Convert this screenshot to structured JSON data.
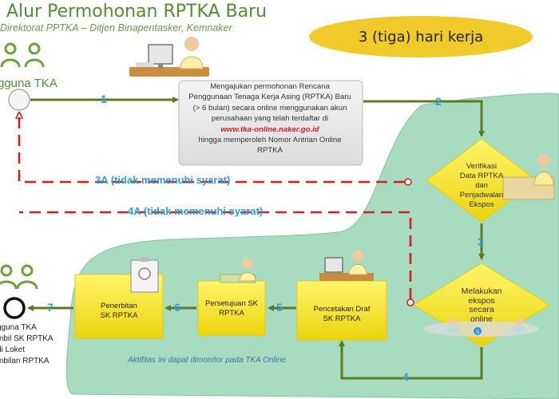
{
  "header": {
    "title": "Alur Permohonan RPTKA Baru",
    "subtitle": "Direktorat PPTKA – Ditjen Binapentasker, Kemnaker"
  },
  "duration_badge": {
    "label": "3 (tiga) hari kerja",
    "color": "#f0c92a"
  },
  "actors": {
    "top_label": "gguna TKA",
    "bottom_label": "gguna TKA\nmbil SK RPTKA\ndi Loket\nmbilan RPTKA"
  },
  "steps": {
    "submit": {
      "line1": "Mengajukan permohonan Rencana",
      "line2": "Penggunaan Tenaga Kerja Asing (RPTKA) Baru",
      "line3": "(> 6 bulan) secara online menggunakan akun",
      "line4": "perusahaan yang telah terdaftar di",
      "url": "www.tka-online.naker.go.id",
      "line5": "hingga memperoleh Nomor Antrian Online",
      "line6": "RPTKA"
    },
    "verify": {
      "line1": "Verifikasi",
      "line2": "Data RPTKA",
      "line3": "dan",
      "line4": "Penjadwalan",
      "line5": "Ekspos"
    },
    "expose": {
      "line1": "Melakukan",
      "line2": "ekspos",
      "line3": "secara",
      "line4": "online"
    },
    "draft": {
      "line1": "Pencetakan Draf",
      "line2": "SK RPTKA"
    },
    "approve": {
      "line1": "Persetujuan SK",
      "line2": "RPTKA"
    },
    "issue": {
      "line1": "Penerbitan",
      "line2": "SK RPTKA"
    }
  },
  "arrows": {
    "n1": "1",
    "n2": "2",
    "n3": "3",
    "n4": "4",
    "n5": "5",
    "n6": "6",
    "n7": "7",
    "fail_3a": "3A (tidak memenuhi syarat)",
    "fail_4a": "4A (tidak memenuhi syarat)"
  },
  "note": "Aktifitas ini dapat dimonitor pada TKA Online",
  "colors": {
    "flow_arrow": "#5d7a1f",
    "fail_arrow": "#d91c1c",
    "region": "#a8dcc0",
    "diamond": "#f2e42a",
    "box": "#f2e42a",
    "number": "#2a9fd6"
  }
}
